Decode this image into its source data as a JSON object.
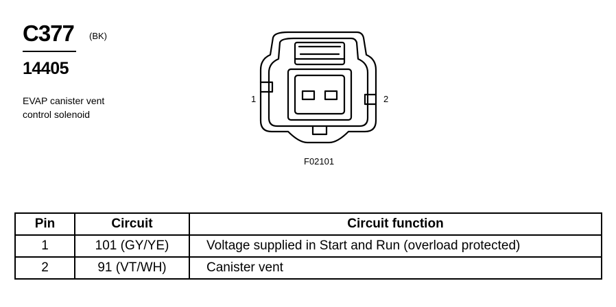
{
  "connector": {
    "id": "C377",
    "color": "(BK)",
    "part_number": "14405",
    "description_lines": [
      "EVAP canister vent",
      "control solenoid"
    ]
  },
  "diagram": {
    "pin_labels": [
      "1",
      "2"
    ],
    "figure_id": "F02101"
  },
  "table": {
    "headers": {
      "pin": "Pin",
      "circuit": "Circuit",
      "function": "Circuit function"
    },
    "rows": [
      {
        "pin": "1",
        "circuit": "101 (GY/YE)",
        "function": "Voltage supplied in Start and Run (overload protected)"
      },
      {
        "pin": "2",
        "circuit": "91 (VT/WH)",
        "function": "Canister vent"
      }
    ]
  }
}
